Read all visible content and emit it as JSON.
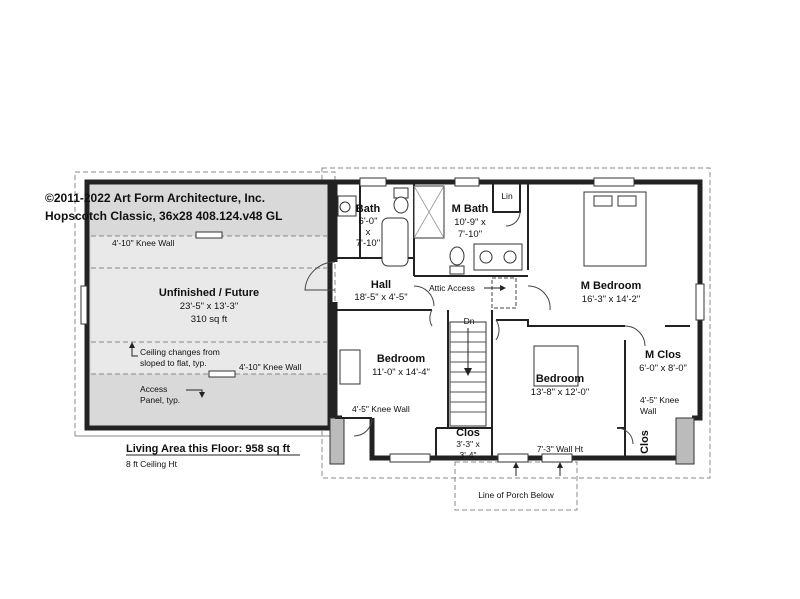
{
  "copyright": "©2011-2022 Art Form Architecture, Inc.",
  "plan_name": "Hopscotch Classic, 36x28 408.124.v48 GL",
  "rooms": {
    "unfinished": {
      "name": "Unfinished / Future",
      "dims": "23'-5\" x 13'-3\"",
      "area": "310 sq ft"
    },
    "bath": {
      "name": "Bath",
      "dim1": "6'-0\"",
      "dim2": "x",
      "dim3": "7'-10\""
    },
    "m_bath": {
      "name": "M Bath",
      "dim1": "10'-9\" x",
      "dim2": "7'-10\""
    },
    "lin": {
      "name": "Lin"
    },
    "m_bedroom": {
      "name": "M Bedroom",
      "dims": "16'-3\" x 14'-2\""
    },
    "hall": {
      "name": "Hall",
      "dims": "18'-5\" x 4'-5\""
    },
    "bedroom_left": {
      "name": "Bedroom",
      "dims": "11'-0\" x 14'-4\""
    },
    "bedroom_center": {
      "name": "Bedroom",
      "dims": "13'-8\" x 12'-0\""
    },
    "m_clos": {
      "name": "M Clos",
      "dims": "6'-0\" x 8'-0\""
    },
    "clos_center": {
      "name": "Clos",
      "dim1": "3'-3\" x",
      "dim2": "3'-4\""
    },
    "clos_right": {
      "name": "Clos"
    }
  },
  "notes": {
    "knee_wall_top": "4'-10\" Knee Wall",
    "knee_wall_mid": "4'-10\" Knee Wall",
    "knee_wall_bottom": "4'-5\" Knee Wall",
    "knee_wall_right_1": "4'-5\" Knee",
    "knee_wall_right_2": "Wall",
    "ceiling_1": "Ceiling changes from",
    "ceiling_2": "sloped to flat, typ.",
    "access_1": "Access",
    "access_2": "Panel, typ.",
    "attic_access": "Attic Access",
    "stair_dn": "Dn",
    "wall_ht": "7'-3\" Wall Ht",
    "porch": "Line of Porch Below"
  },
  "summary": {
    "living_area": "Living Area this Floor: 958 sq ft",
    "ceiling_ht": "8 ft Ceiling Ht"
  }
}
